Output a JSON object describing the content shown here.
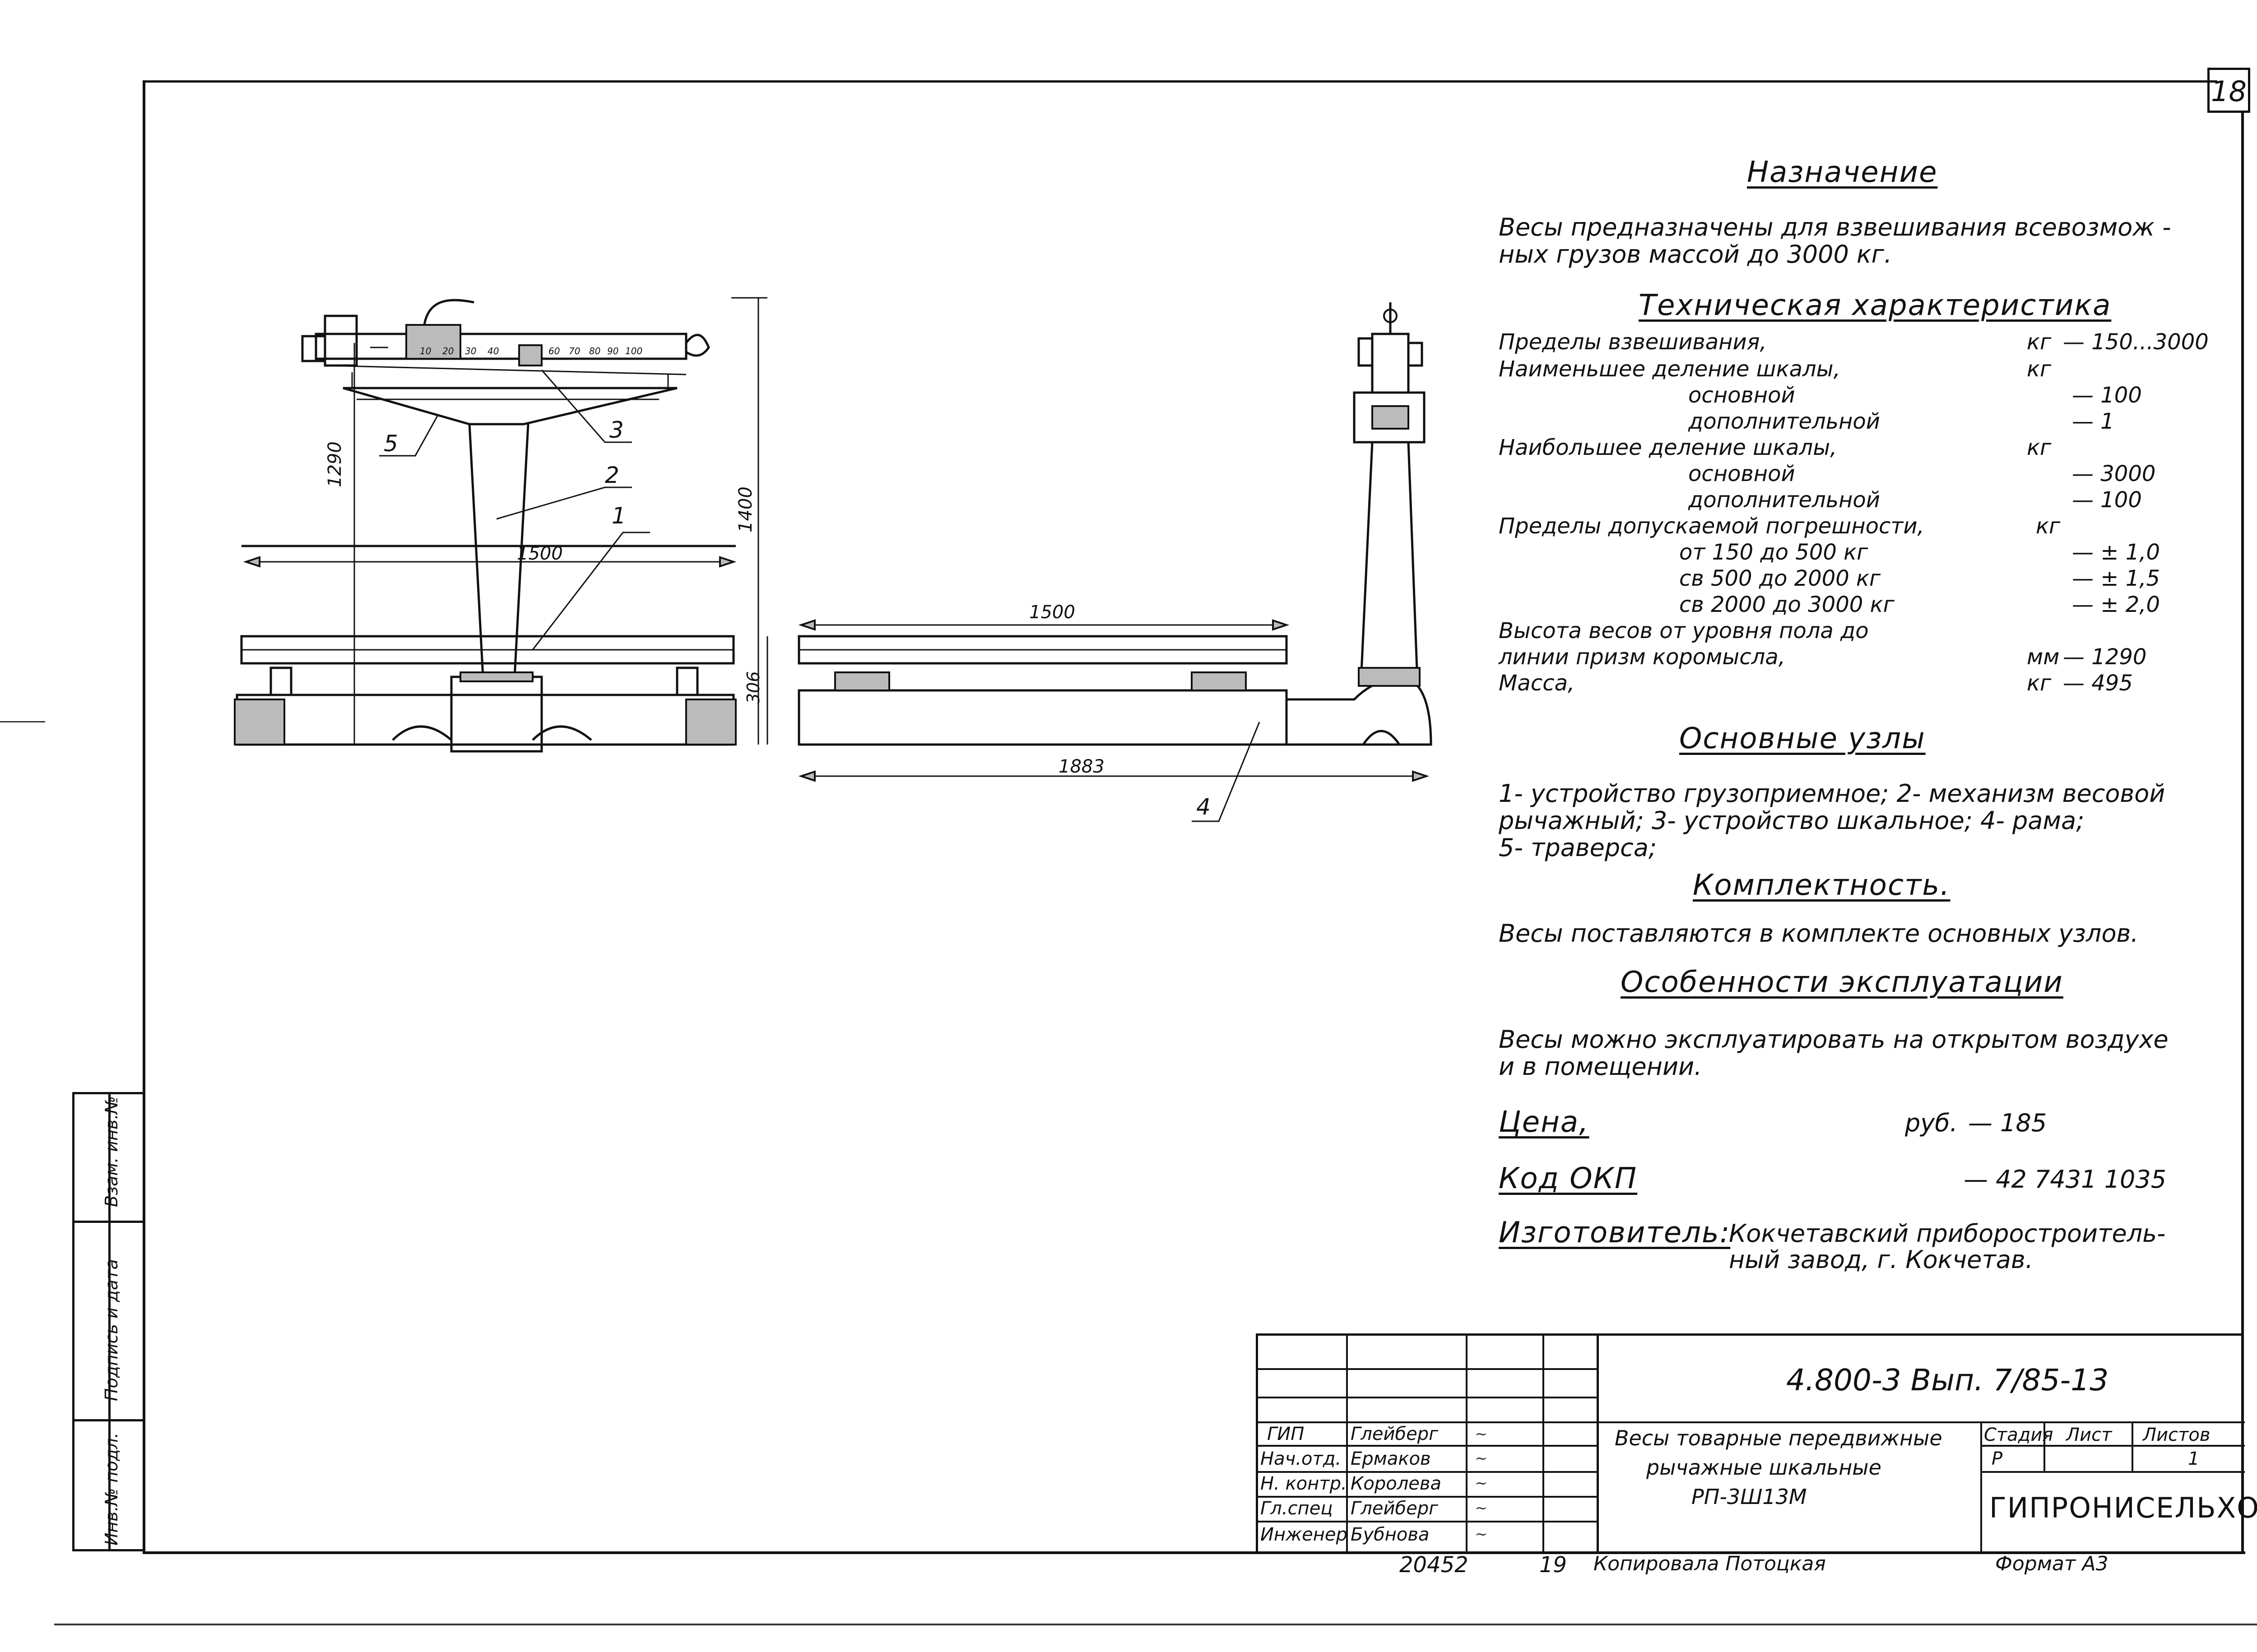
{
  "sheet": {
    "number": "18"
  },
  "purpose": {
    "heading": "Назначение",
    "text_line1": "Весы предназначены для взвешивания всевозмож -",
    "text_line2": "ных грузов массой до 3000 кг."
  },
  "specs": {
    "heading": "Техническая характеристика",
    "rows": [
      {
        "label": "Пределы взвешивания,",
        "unit": "кг",
        "value": "— 150...3000"
      },
      {
        "label": "Наименьшее деление шкалы,",
        "unit": "кг",
        "value": ""
      },
      {
        "label": "основной",
        "unit": "",
        "value": "— 100"
      },
      {
        "label": "дополнительной",
        "unit": "",
        "value": "— 1"
      },
      {
        "label": "Наибольшее деление шкалы,",
        "unit": "кг",
        "value": ""
      },
      {
        "label": "основной",
        "unit": "",
        "value": "— 3000"
      },
      {
        "label": "дополнительной",
        "unit": "",
        "value": "— 100"
      },
      {
        "label": "Пределы допускаемой погрешности,",
        "unit": "кг",
        "value": ""
      },
      {
        "label": "от 150 до 500 кг",
        "unit": "",
        "value": "— ± 1,0"
      },
      {
        "label": "св 500 до 2000 кг",
        "unit": "",
        "value": "— ± 1,5"
      },
      {
        "label": "св 2000 до 3000 кг",
        "unit": "",
        "value": "— ± 2,0"
      },
      {
        "label": "Высота весов от уровня пола до",
        "unit": "",
        "value": ""
      },
      {
        "label": "линии призм коромысла,",
        "unit": "мм",
        "value": "— 1290"
      },
      {
        "label": "Масса,",
        "unit": "кг",
        "value": "— 495"
      }
    ]
  },
  "units": {
    "heading": "Основные узлы",
    "line1": "1- устройство грузоприемное; 2- механизм весовой",
    "line2": "рычажный; 3- устройство шкальное; 4- рама;",
    "line3": "5- траверса;"
  },
  "completeness": {
    "heading": "Комплектность.",
    "text": "Весы поставляются в комплекте основных узлов."
  },
  "operation": {
    "heading": "Особенности эксплуатации",
    "line1": "Весы можно эксплуатировать на открытом воздухе",
    "line2": "и в помещении."
  },
  "price": {
    "label": "Цена,",
    "unit": "руб.",
    "value": "— 185"
  },
  "okp": {
    "label": "Код ОКП",
    "value": "— 42 7431 1035"
  },
  "maker": {
    "label": "Изготовитель:",
    "line1": "Кокчетавский приборостроитель-",
    "line2": "ный завод, г. Кокчетав."
  },
  "drawing": {
    "dims": {
      "front_width": "1500",
      "front_height_beam": "1290",
      "front_height_total": "1400",
      "side_width": "1500",
      "side_length": "1883",
      "side_height": "306"
    },
    "callouts": [
      "1",
      "2",
      "3",
      "4",
      "5"
    ],
    "scale_ticks": [
      "10",
      "20",
      "30",
      "40",
      "60",
      "70",
      "80",
      "90",
      "100"
    ]
  },
  "title_block": {
    "code": "4.800-3 Вып. 7/85-13",
    "title_line1": "Весы товарные передвижные",
    "title_line2": "рычажные шкальные",
    "title_line3": "РП-3Ш13М",
    "stage_header": "Стадия",
    "sheet_header": "Лист",
    "sheets_header": "Листов",
    "stage": "Р",
    "sheet": "",
    "sheets": "1",
    "organization": "ГИПРОНИСЕЛЬХОЗ",
    "people": [
      {
        "role": "ГИП",
        "name": "Глейберг"
      },
      {
        "role": "Нач.отд.",
        "name": "Ермаков"
      },
      {
        "role": "Н. контр.",
        "name": "Королева"
      },
      {
        "role": "Гл.спец",
        "name": "Глейберг"
      },
      {
        "role": "Инженер",
        "name": "Бубнова"
      }
    ]
  },
  "side_stamp": {
    "inv_orig": "Инв.№ подл.",
    "sign_date": "Подпись и дата",
    "replace_inv": "Взам. инв.№"
  },
  "footer": {
    "number": "20452",
    "sheet_no": "19",
    "copied_by": "Копировала Потоцкая",
    "format": "Формат А3"
  }
}
